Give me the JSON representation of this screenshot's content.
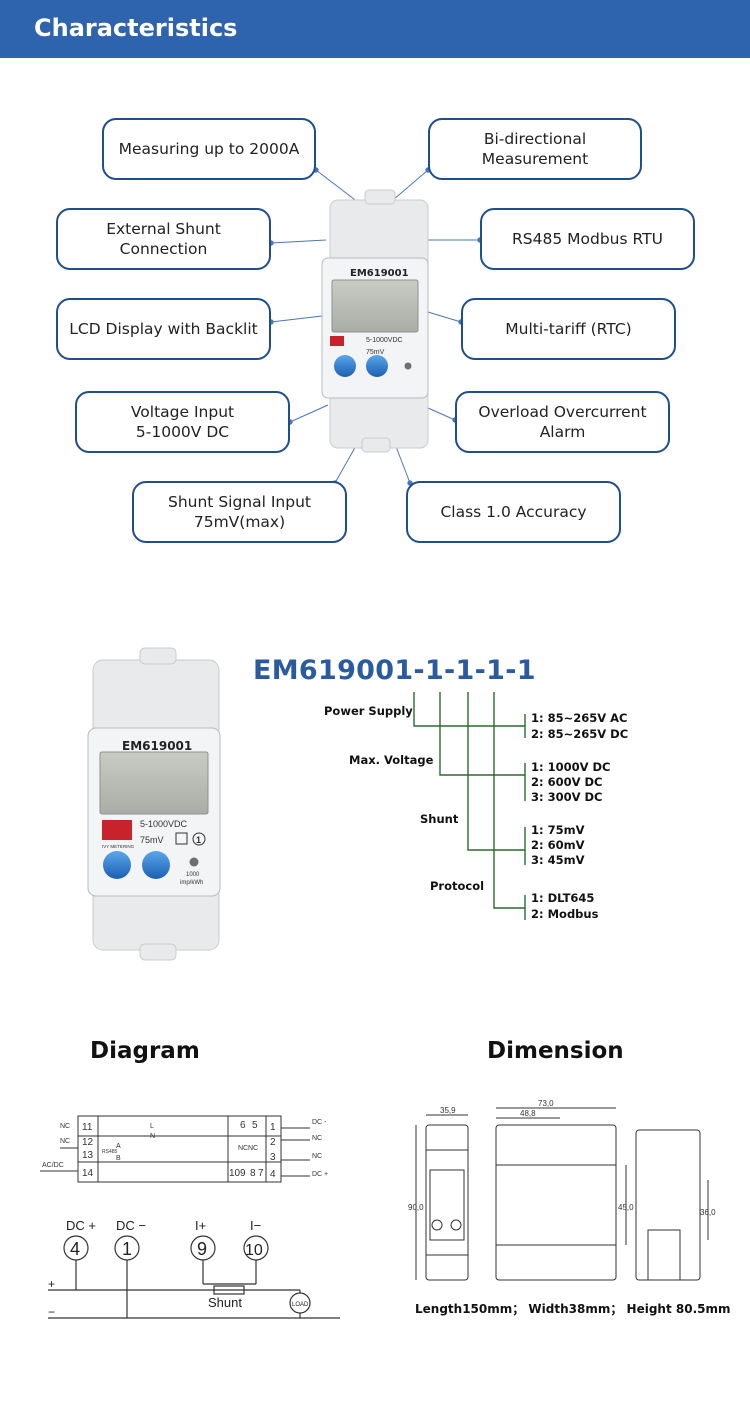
{
  "header": {
    "title": "Characteristics"
  },
  "callouts": {
    "c1": "Measuring up to 2000A",
    "c2": "Bi-directional\nMeasurement",
    "c3": "External Shunt\nConnection",
    "c4": "RS485 Modbus RTU",
    "c5": "LCD Display with Backlit",
    "c6": "Multi-tariff (RTC)",
    "c7": "Voltage Input\n5-1000V DC",
    "c8": "Overload Overcurrent\nAlarm",
    "c9": "Shunt Signal Input\n75mV(max)",
    "c10": "Class 1.0 Accuracy"
  },
  "meter": {
    "model": "EM619001",
    "voltage_range": "5-1000VDC",
    "shunt": "75mV",
    "brand": "IVY METERING",
    "imp_line1": "1000",
    "imp_line2": "imp/kWh",
    "class_mark": "1"
  },
  "model_code": {
    "title": "EM619001-1-1-1-1",
    "labels": {
      "power": "Power Supply",
      "voltage": "Max. Voltage",
      "shunt": "Shunt",
      "protocol": "Protocol"
    },
    "options": {
      "power": [
        "1: 85~265V AC",
        "2: 85~265V DC"
      ],
      "voltage": [
        "1: 1000V DC",
        "2: 600V DC",
        "3: 300V DC"
      ],
      "shunt": [
        "1: 75mV",
        "2: 60mV",
        "3: 45mV"
      ],
      "protocol": [
        "1: DLT645",
        "2: Modbus"
      ]
    }
  },
  "diagram": {
    "title": "Diagram",
    "terminals_top": [
      "11",
      "12",
      "13",
      "14",
      "10",
      "9",
      "8",
      "7",
      "6",
      "5",
      "1",
      "2",
      "3",
      "4"
    ],
    "labels": {
      "nc1": "NC",
      "nc2": "NC",
      "nc3": "NC",
      "nc4": "NC",
      "acdc": "AC/DC",
      "dc_minus_r": "DC -",
      "dc_plus_r": "DC +",
      "nc_r": "NC",
      "nc_r2": "NC",
      "l_label": "L",
      "n_label": "N",
      "a_label": "A",
      "b_label": "B",
      "rs485": "RS485"
    },
    "wiring": {
      "t4_label": "DC +",
      "t1_label": "DC −",
      "t9_label": "I+",
      "t10_label": "I−",
      "t4": "4",
      "t1": "1",
      "t9": "9",
      "t10": "10",
      "shunt": "Shunt",
      "load": "LOAD",
      "plus": "+",
      "minus": "−"
    }
  },
  "dimension": {
    "title": "Dimension",
    "dims": {
      "w_total": "73,0",
      "w_front": "35,9",
      "w_side": "48,8",
      "h_total": "90,0",
      "h_front": "45,0",
      "h_rail": "36,0"
    },
    "caption": "Length150mm； Width38mm； Height 80.5mm"
  }
}
